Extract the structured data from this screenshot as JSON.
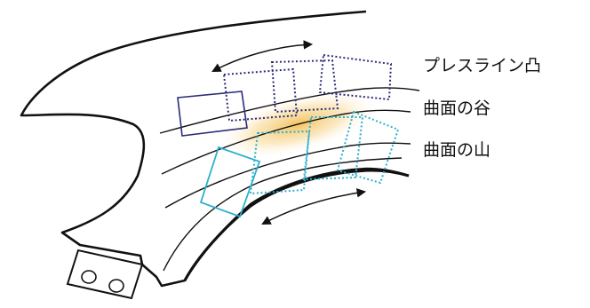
{
  "labels": {
    "press_line_convex": "プレスライン凸",
    "surface_valley": "曲面の谷",
    "surface_ridge": "曲面の山"
  },
  "colors": {
    "outline": "#111111",
    "navy_frame": "#2b2b7a",
    "cyan_frame": "#2bb0cc",
    "glow": "#f2b844"
  }
}
